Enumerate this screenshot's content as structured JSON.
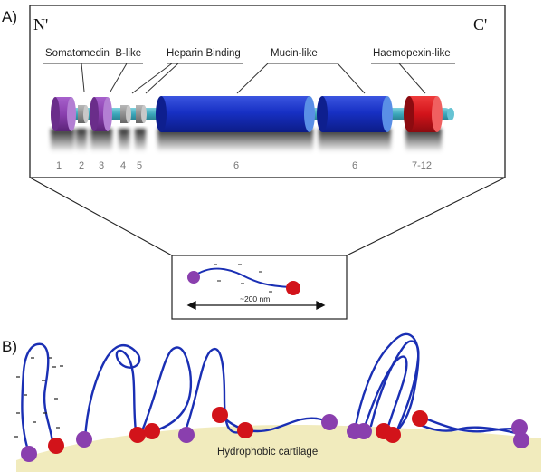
{
  "panel_a": {
    "label": "A)",
    "n_terminus": "N'",
    "c_terminus": "C'",
    "domains": {
      "somatomedin": "Somatomedin  B-like",
      "heparin": "Heparin Binding",
      "mucin": "Mucin-like",
      "haemopexin": "Haemopexin-like"
    },
    "exons": [
      "1",
      "2",
      "3",
      "4",
      "5",
      "6",
      "6",
      "7-12"
    ],
    "scale_label": "~200 nm"
  },
  "panel_b": {
    "label": "B)",
    "surface_label": "Hydrophobic cartilage"
  },
  "colors": {
    "somatomedin": "#8a3fae",
    "mucin": "#1730c4",
    "haemopexin": "#d2131a",
    "linker": "#3aa6b9",
    "small_domain": "#8f8f8f",
    "cartilage": "#f1ebbd",
    "chain": "#1a2fb4"
  }
}
